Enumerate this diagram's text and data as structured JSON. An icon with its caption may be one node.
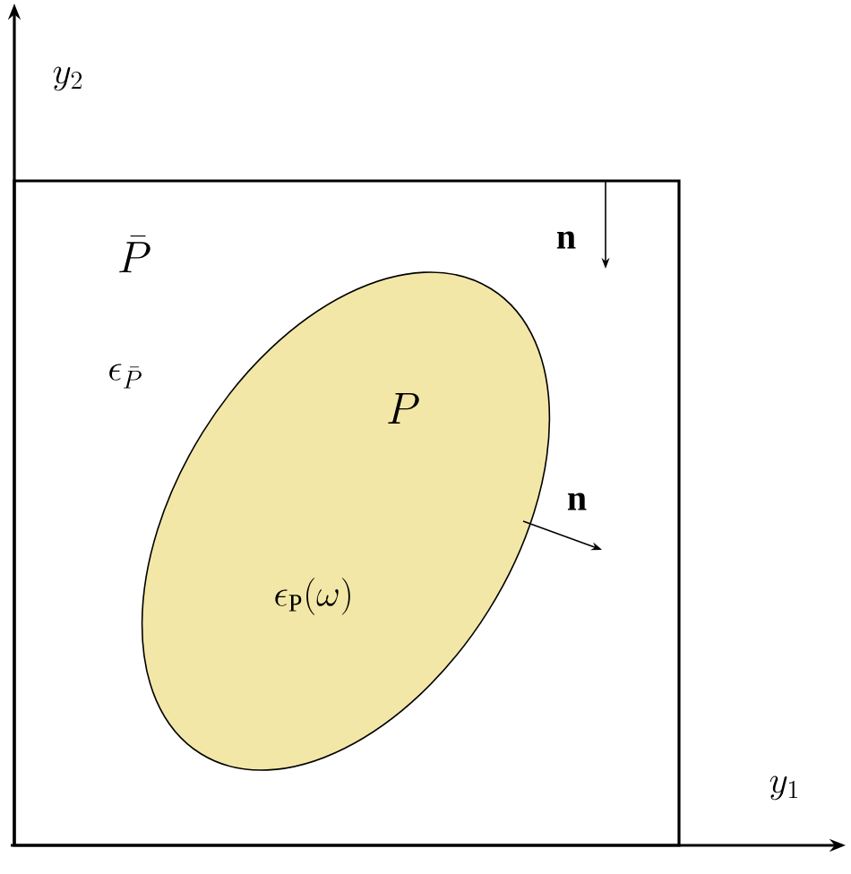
{
  "diagram": {
    "nodes": [
      {
        "text": [
          "\\bar{P}",
          "\\epsilon_{\\bar{P}}"
        ]
      },
      {
        "text": [
          "P",
          "\\epsilon_{\\mathrm{P}}(\\omega)"
        ],
        "in": 0
      }
    ],
    "labels": [
      "y_2",
      "\\mathbf{n}",
      "\\mathbf{n}",
      "y_1"
    ]
  }
}
